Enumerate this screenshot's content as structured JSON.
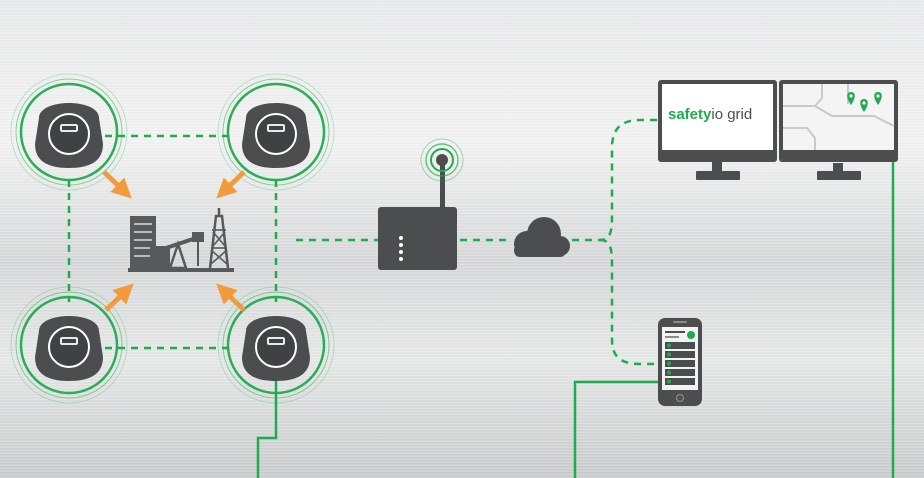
{
  "brand": {
    "prefix": "safety",
    "mid": "io",
    "suffix": " grid"
  },
  "colors": {
    "green": "#1fab4e",
    "device": "#4b4d4f",
    "orange": "#f29b3d",
    "background": "#e2e3e4"
  },
  "icons": [
    "sensor-device-icon",
    "industrial-site-icon",
    "gateway-icon",
    "cloud-icon",
    "desktop-monitor-icon",
    "map-pin-icon",
    "smartphone-icon",
    "wifi-signal-icon"
  ]
}
